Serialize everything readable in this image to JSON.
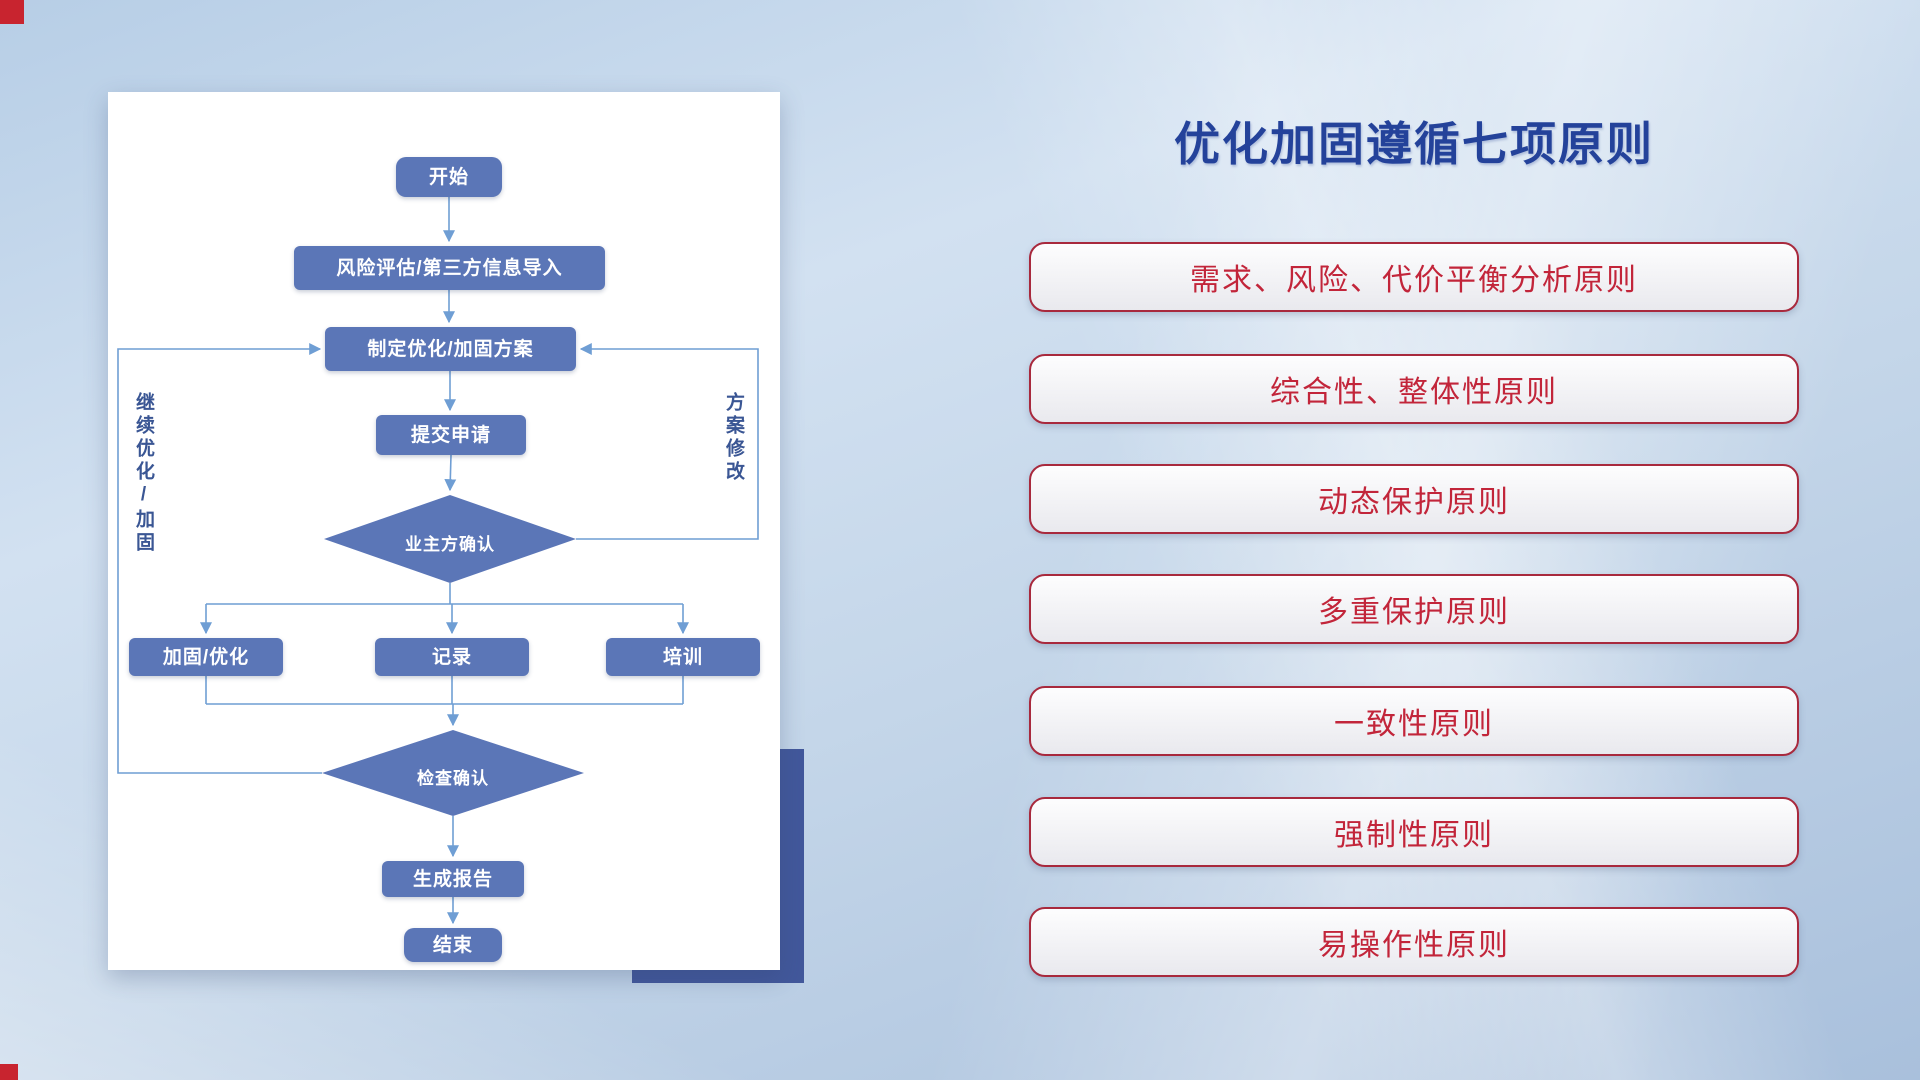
{
  "flowchart": {
    "nodes": {
      "start": "开始",
      "risk_import": "风险评估/第三方信息导入",
      "make_plan": "制定优化/加固方案",
      "submit": "提交申请",
      "owner_confirm": "业主方确认",
      "harden_optimize": "加固/优化",
      "record": "记录",
      "training": "培训",
      "check_confirm": "检查确认",
      "report": "生成报告",
      "end": "结束"
    },
    "loop_labels": {
      "left": "继续优化/加固",
      "right": "方案修改"
    }
  },
  "principles": {
    "title": "优化加固遵循七项原则",
    "items": [
      "需求、风险、代价平衡分析原则",
      "综合性、整体性原则",
      "动态保护原则",
      "多重保护原则",
      "一致性原则",
      "强制性原则",
      "易操作性原则"
    ]
  },
  "colors": {
    "node_fill": "#5b76b7",
    "connector": "#6f9ed4",
    "title_text": "#24429a",
    "principle_text": "#c2253a",
    "principle_border": "#a8293d",
    "accent_block": "#42589b"
  }
}
